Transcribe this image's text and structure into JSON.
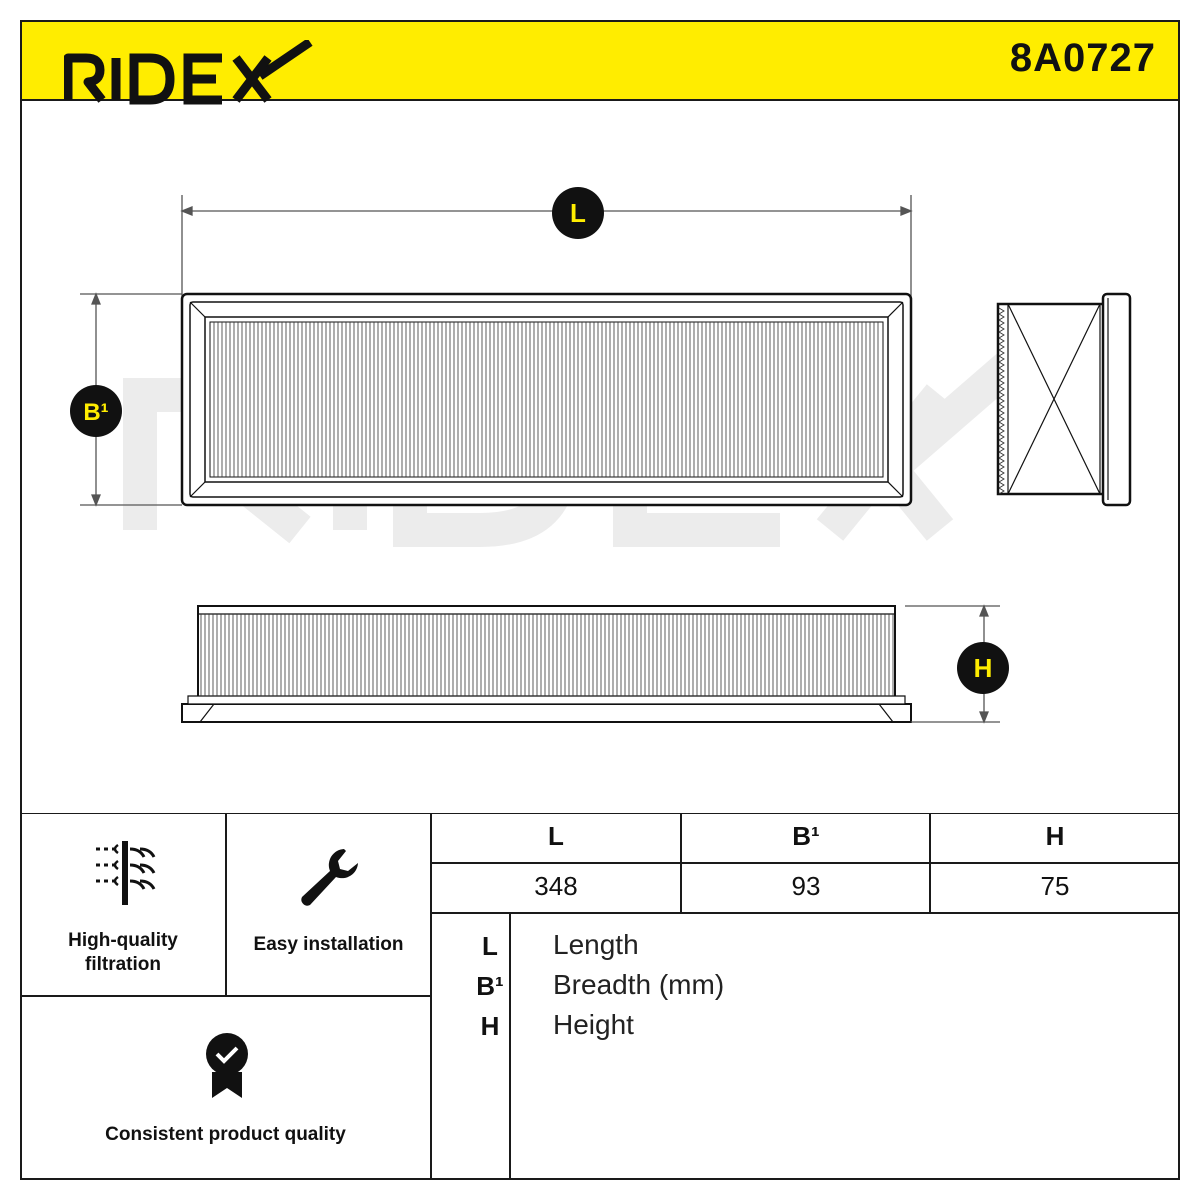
{
  "header": {
    "brand": "RIDEX",
    "part_number": "8A0727"
  },
  "drawing": {
    "dim_labels": {
      "length": "L",
      "breadth": "B¹",
      "height": "H"
    },
    "watermark": "RIDEX"
  },
  "features": [
    {
      "icon": "filtration-icon",
      "label_line1": "High-quality",
      "label_line2": "filtration"
    },
    {
      "icon": "wrench-icon",
      "label_line1": "Easy installation",
      "label_line2": ""
    },
    {
      "icon": "quality-badge-icon",
      "label_line1": "Consistent product quality",
      "label_line2": ""
    }
  ],
  "dimensions_table": {
    "headers": [
      "L",
      "B¹",
      "H"
    ],
    "values": [
      "348",
      "93",
      "75"
    ]
  },
  "legend": [
    {
      "key": "L",
      "value": "Length"
    },
    {
      "key": "B¹",
      "value": "Breadth (mm)"
    },
    {
      "key": "H",
      "value": "Height"
    }
  ],
  "colors": {
    "accent": "#ffed00",
    "ink": "#111111"
  }
}
